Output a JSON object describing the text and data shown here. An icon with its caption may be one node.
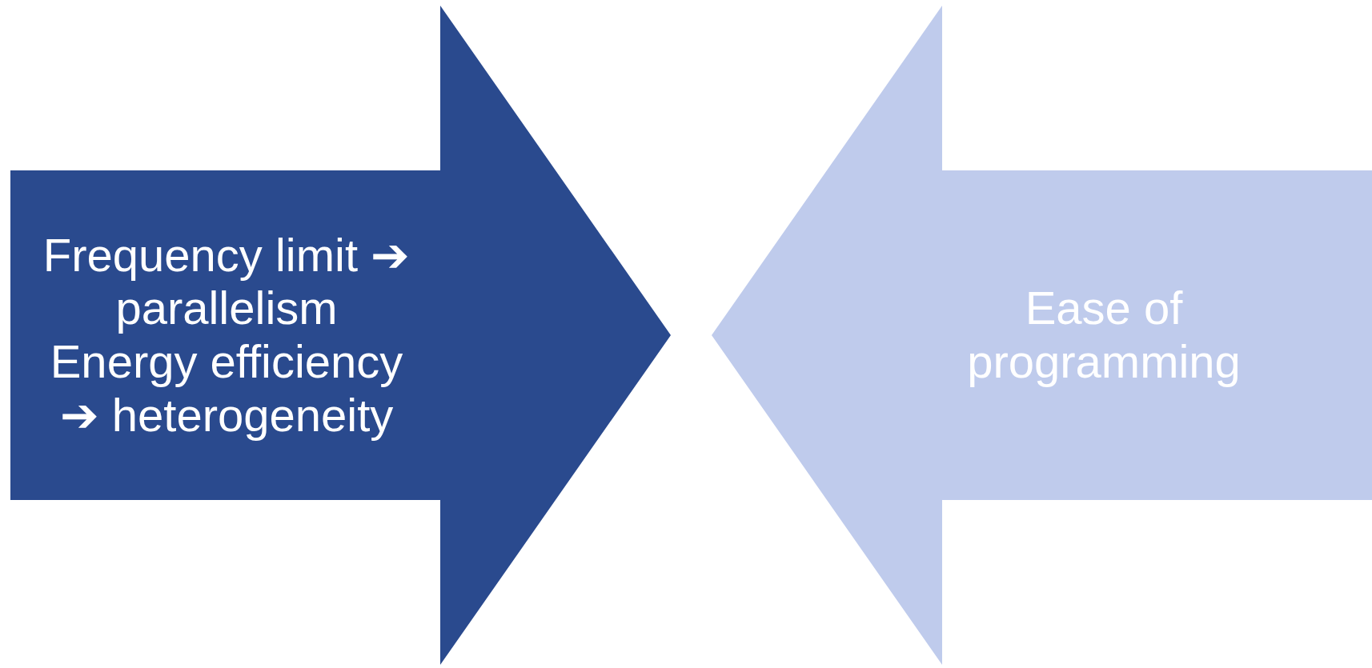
{
  "diagram": {
    "nodes": [
      {
        "text": [
          "Frequency limit ➔ parallelism",
          "Energy efficiency ➔ heterogeneity"
        ]
      },
      {
        "text": [
          "Ease of programming"
        ]
      }
    ]
  }
}
